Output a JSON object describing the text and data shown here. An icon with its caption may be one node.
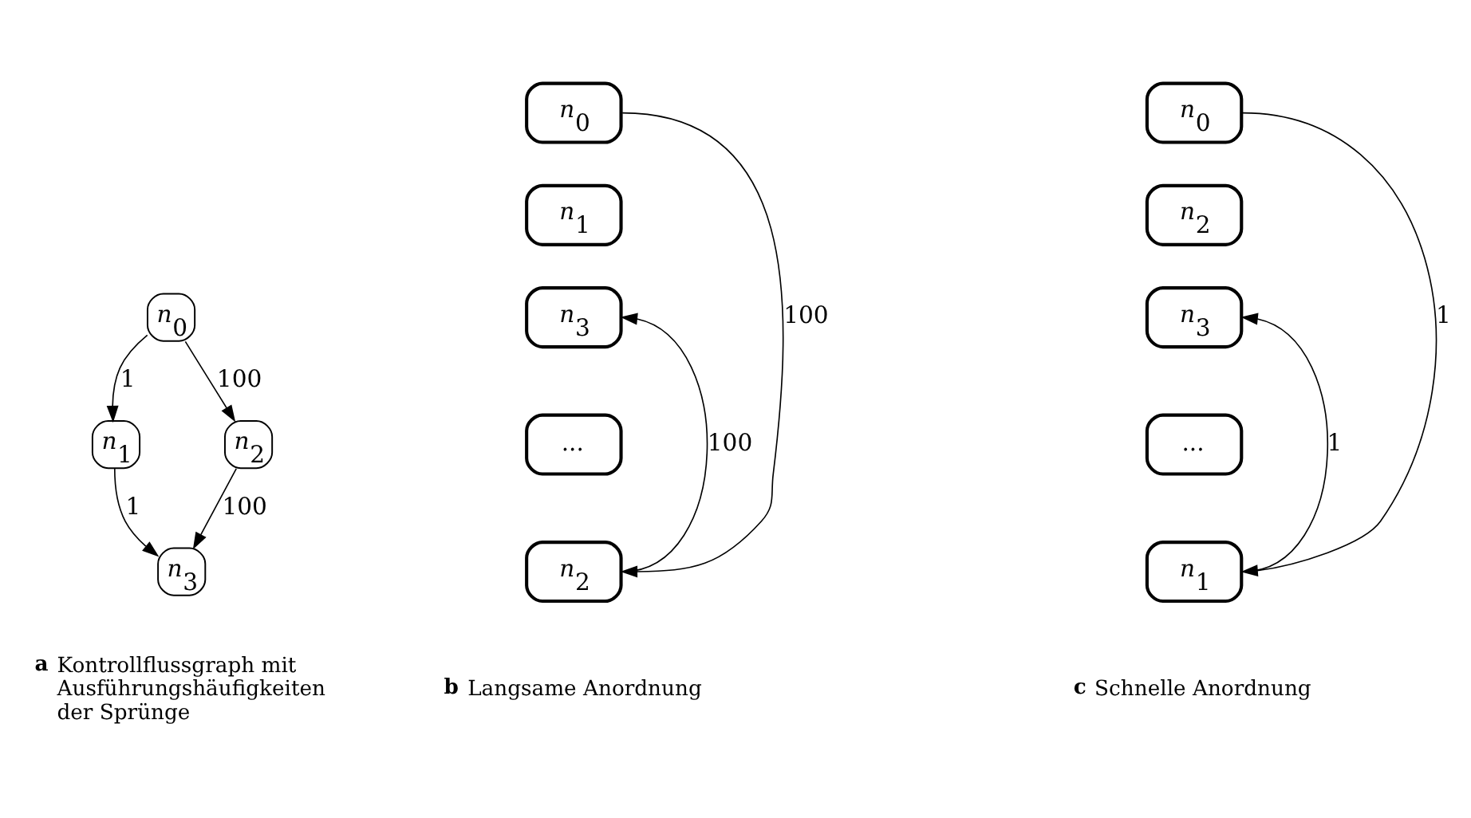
{
  "diagram": {
    "nodes": [
      {
        "text": [
          "n$_{0}$"
        ]
      },
      {
        "text": [
          "n$_{1}$"
        ]
      },
      {
        "text": [
          "n$_{2}$"
        ]
      },
      {
        "text": [
          "n$_{3}$"
        ]
      },
      {
        "text": [
          "n$_{0}$"
        ]
      },
      {
        "text": [
          "n$_{1}$"
        ]
      },
      {
        "text": [
          "n$_{3}$"
        ]
      },
      {
        "text": [
          "..."
        ]
      },
      {
        "text": [
          "n$_{2}$"
        ]
      },
      {
        "text": [
          "n$_{0}$"
        ]
      },
      {
        "text": [
          "n$_{2}$"
        ]
      },
      {
        "text": [
          "n$_{3}$"
        ]
      },
      {
        "text": [
          "..."
        ]
      },
      {
        "text": [
          "n$_{1}$"
        ]
      }
    ],
    "edges": [
      {
        "from": 0,
        "to": 1,
        "arrow": "to",
        "label": "1"
      },
      {
        "from": 0,
        "to": 2,
        "arrow": "to",
        "label": "100"
      },
      {
        "from": 1,
        "to": 3,
        "arrow": "to",
        "label": "1"
      },
      {
        "from": 2,
        "to": 3,
        "arrow": "to",
        "label": "100"
      },
      {
        "from": 4,
        "to": 8,
        "arrow": "to",
        "label": "100"
      },
      {
        "from": 8,
        "to": 6,
        "arrow": "to",
        "label": "100"
      },
      {
        "from": 9,
        "to": 13,
        "arrow": "to",
        "label": "1"
      },
      {
        "from": 13,
        "to": 11,
        "arrow": "to",
        "label": "1"
      }
    ],
    "labels": [
      "a",
      "Kontrollflussgraph mit Ausführungshäufigkeiten der Sprünge",
      "b",
      "Langsame Anordnung",
      "c",
      "Schnelle Anordnung"
    ]
  }
}
